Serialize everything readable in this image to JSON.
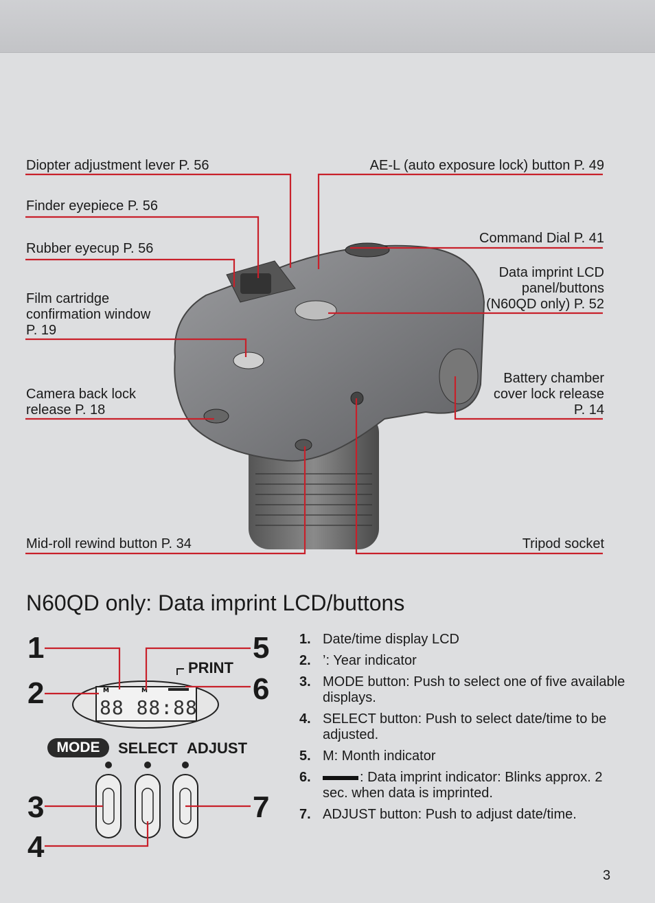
{
  "labels": {
    "diopter": "Diopter adjustment lever P. 56",
    "ael": "AE-L (auto exposure lock) button P. 49",
    "finder": "Finder eyepiece P. 56",
    "command": "Command Dial P. 41",
    "eyecup": "Rubber eyecup P. 56",
    "data_imprint_1": "Data imprint LCD",
    "data_imprint_2": "panel/buttons",
    "data_imprint_3": "(N60QD only) P. 52",
    "film_1": "Film cartridge",
    "film_2": "confirmation window",
    "film_3": "P. 19",
    "camera_back_1": "Camera back lock",
    "camera_back_2": "release P. 18",
    "battery_1": "Battery chamber",
    "battery_2": "cover lock release",
    "battery_3": "P. 14",
    "midroll": "Mid-roll rewind button P. 34",
    "tripod": "Tripod socket"
  },
  "heading": "N60QD only: Data imprint LCD/buttons",
  "panel": {
    "numbers": [
      "1",
      "2",
      "3",
      "4",
      "5",
      "6",
      "7"
    ],
    "print_label": "PRINT",
    "lcd_digits": "88 88:88",
    "mode_label": "MODE",
    "select_label": "SELECT",
    "adjust_label": "ADJUST"
  },
  "list": [
    {
      "num": "1.",
      "text": "Date/time display LCD"
    },
    {
      "num": "2.",
      "text": "’: Year indicator"
    },
    {
      "num": "3.",
      "text": "MODE button: Push to select one of five available displays."
    },
    {
      "num": "4.",
      "text": "SELECT button: Push to select date/time to be adjusted."
    },
    {
      "num": "5.",
      "text": "M: Month indicator"
    },
    {
      "num": "6.",
      "text": ": Data imprint indicator: Blinks approx. 2 sec. when data is imprinted."
    },
    {
      "num": "7.",
      "text": "ADJUST button: Push to adjust date/time."
    }
  ],
  "page_number": "3",
  "colors": {
    "leader_red": "#c8202a",
    "background": "#dddee0"
  }
}
